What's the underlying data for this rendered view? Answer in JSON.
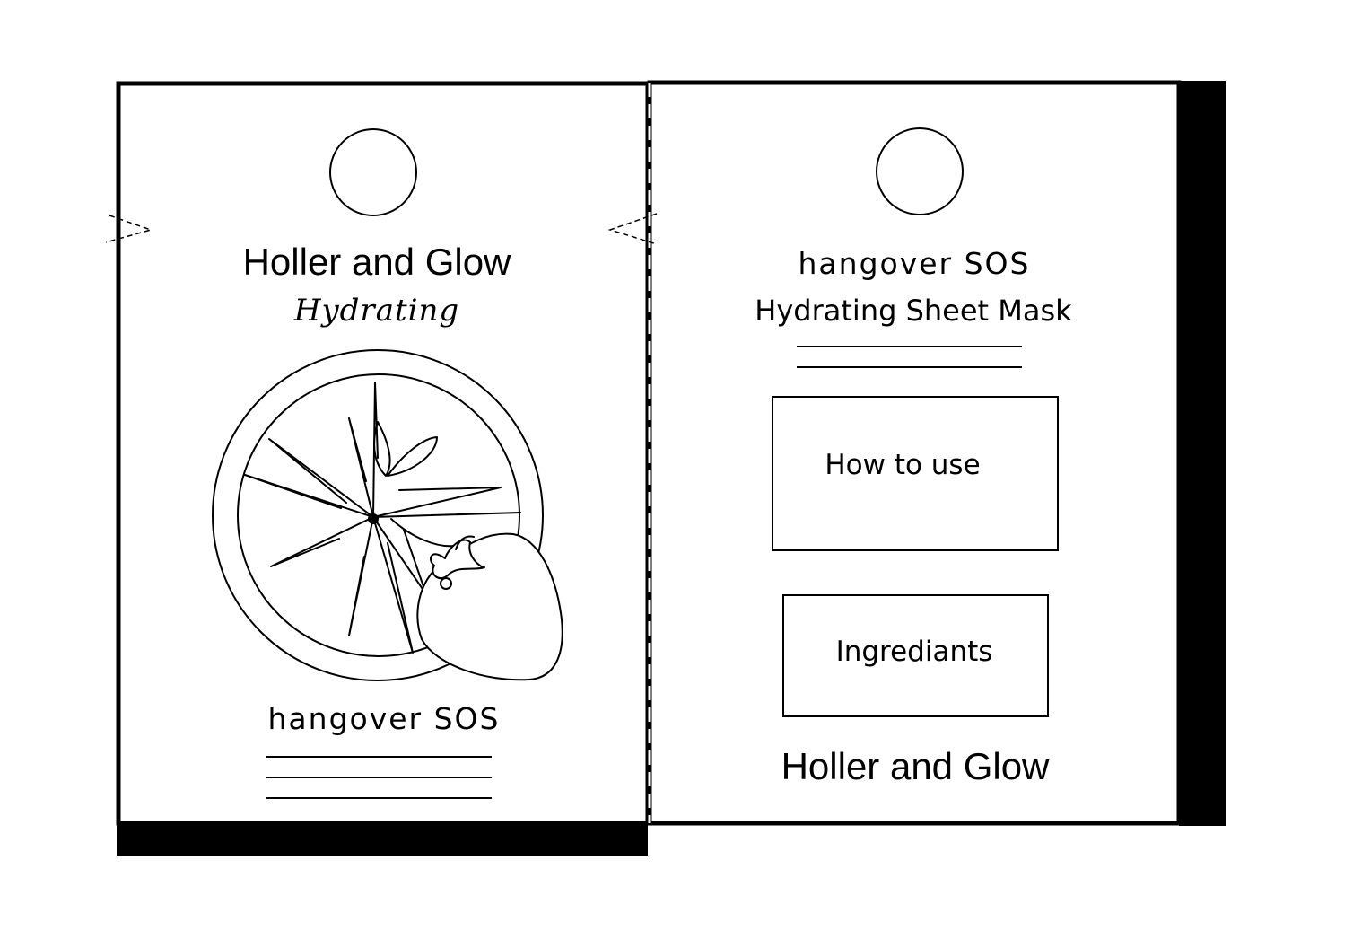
{
  "front_panel": {
    "brand": "Holler and Glow",
    "variant": "Hydrating",
    "product": "hangover SOS",
    "illustration_icon": "strawberry-slice-icon"
  },
  "back_panel": {
    "product": "hangover SOS",
    "subtitle": "Hydrating Sheet Mask",
    "how_to_use_label": "How to use",
    "ingredients_label": "Ingrediants",
    "brand": "Holler and Glow"
  },
  "colors": {
    "ink": "#000000",
    "paper": "#ffffff"
  }
}
